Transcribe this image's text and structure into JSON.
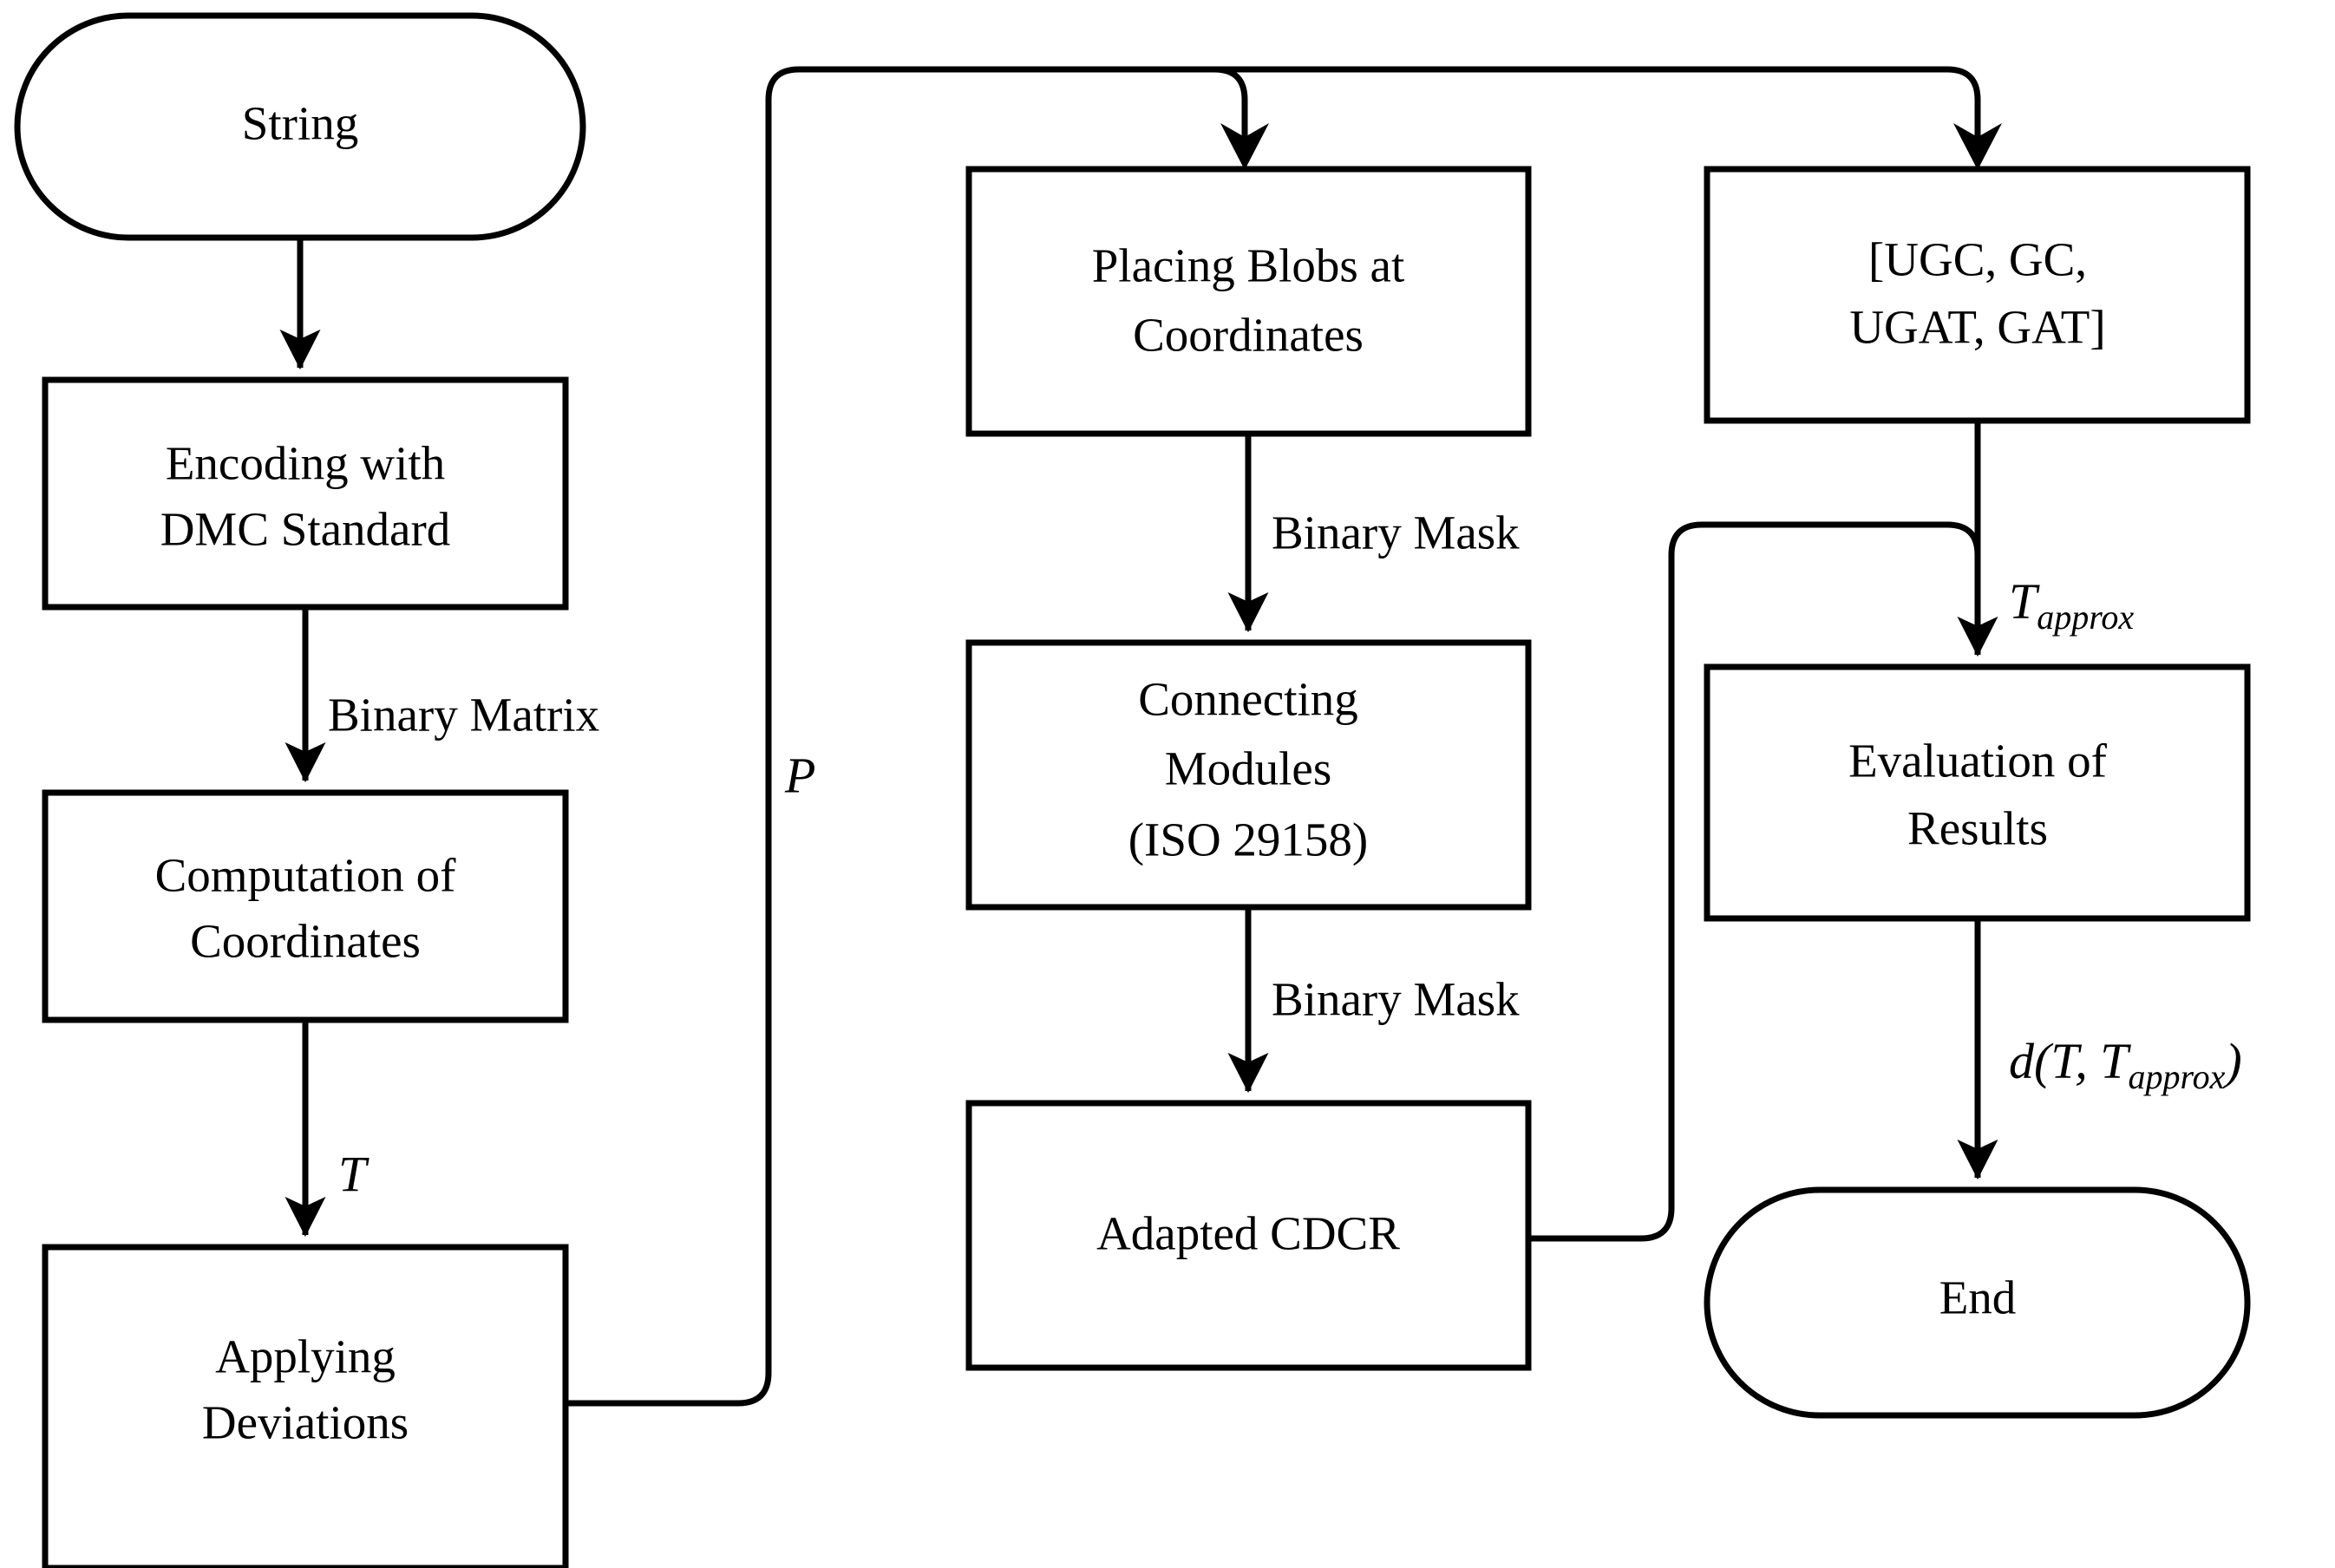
{
  "diagram": {
    "title": "Data Matrix Code generation and evaluation pipeline flowchart",
    "orientation": "three-column-flowchart",
    "background_color": "#ffffff",
    "line_color": "#000000",
    "nodes": [
      {
        "id": "start",
        "shape": "terminator",
        "lines": [
          "String"
        ]
      },
      {
        "id": "encoding",
        "shape": "process",
        "lines": [
          "Encoding with",
          "DMC Standard"
        ]
      },
      {
        "id": "computation",
        "shape": "process",
        "lines": [
          "Computation of",
          "Coordinates"
        ]
      },
      {
        "id": "deviations",
        "shape": "process",
        "lines": [
          "Applying",
          "Deviations"
        ]
      },
      {
        "id": "blobs",
        "shape": "process",
        "lines": [
          "Placing Blobs at",
          "Coordinates"
        ]
      },
      {
        "id": "connecting",
        "shape": "process",
        "lines": [
          "Connecting",
          "Modules",
          "(ISO 29158)"
        ]
      },
      {
        "id": "cdcr",
        "shape": "process",
        "lines": [
          "Adapted CDCR"
        ]
      },
      {
        "id": "methods",
        "shape": "process",
        "lines": [
          "[UGC, GC,",
          "UGAT, GAT]"
        ]
      },
      {
        "id": "evaluation",
        "shape": "process",
        "lines": [
          "Evaluation of",
          "Results"
        ]
      },
      {
        "id": "end",
        "shape": "terminator",
        "lines": [
          "End"
        ]
      }
    ],
    "edge_labels": {
      "binary_matrix": "Binary Matrix",
      "t": "T",
      "p": "P",
      "binary_mask_1": "Binary Mask",
      "binary_mask_2": "Binary Mask",
      "t_approx_base": "T",
      "t_approx_sub": "approx",
      "distance_open": "d(T, T",
      "distance_sub": "approx",
      "distance_close": ")"
    }
  }
}
